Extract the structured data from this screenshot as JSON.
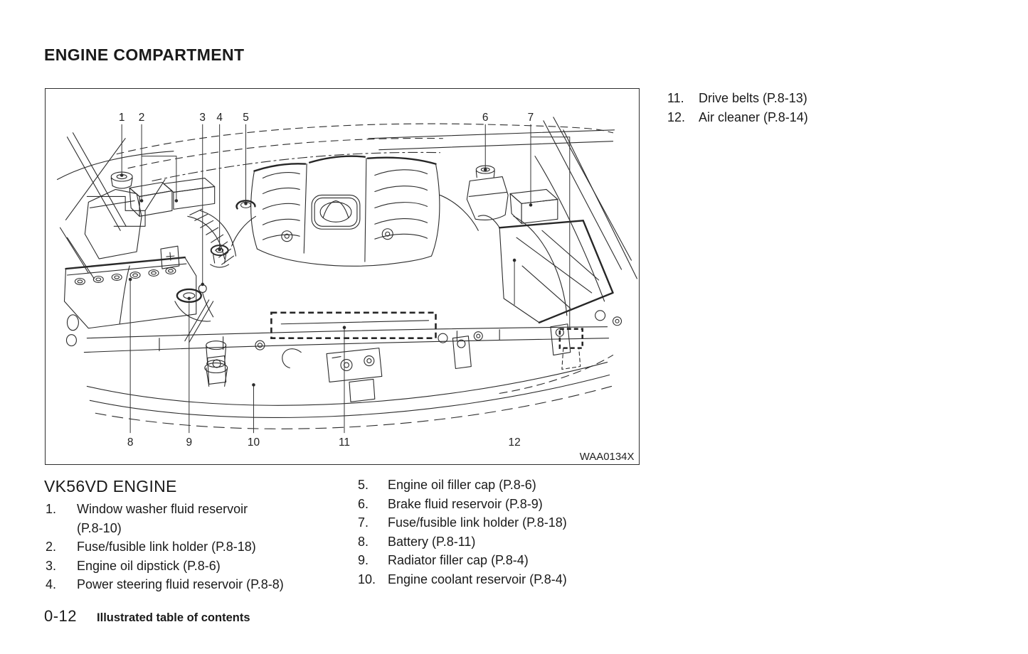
{
  "title": "ENGINE COMPARTMENT",
  "figure": {
    "code": "WAA0134X",
    "callouts_top": [
      "1",
      "2",
      "3",
      "4",
      "5",
      "6",
      "7"
    ],
    "callouts_bottom": [
      "8",
      "9",
      "10",
      "11",
      "12"
    ]
  },
  "legend_right": [
    {
      "num": "11.",
      "label": "Drive belts (P.8-13)"
    },
    {
      "num": "12.",
      "label": "Air cleaner (P.8-14)"
    }
  ],
  "engine_heading": "VK56VD ENGINE",
  "legend_left": [
    {
      "num": "1.",
      "label": "Window washer fluid reservoir",
      "label2": "(P.8-10)"
    },
    {
      "num": "2.",
      "label": "Fuse/fusible link holder (P.8-18)"
    },
    {
      "num": "3.",
      "label": "Engine oil dipstick (P.8-6)"
    },
    {
      "num": "4.",
      "label": "Power steering fluid reservoir (P.8-8)"
    }
  ],
  "legend_middle": [
    {
      "num": "5.",
      "label": "Engine oil filler cap (P.8-6)"
    },
    {
      "num": "6.",
      "label": "Brake fluid reservoir (P.8-9)"
    },
    {
      "num": "7.",
      "label": "Fuse/fusible link holder (P.8-18)"
    },
    {
      "num": "8.",
      "label": "Battery (P.8-11)"
    },
    {
      "num": "9.",
      "label": "Radiator filler cap (P.8-4)"
    },
    {
      "num": "10.",
      "label": "Engine coolant reservoir (P.8-4)"
    }
  ],
  "footer": {
    "page_number": "0-12",
    "section": "Illustrated table of contents"
  }
}
